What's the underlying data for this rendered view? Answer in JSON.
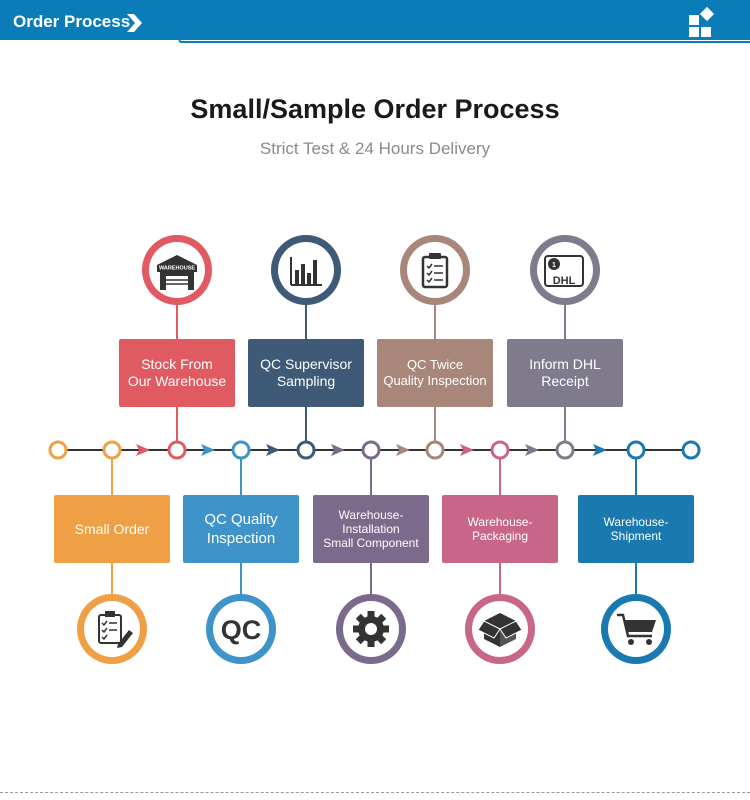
{
  "header": {
    "title": "Order Process",
    "chevron_icon": "chevron-right-icon",
    "menu_icon": "grid-diamond-icon",
    "color": "#0a7db8"
  },
  "title": "Small/Sample Order Process",
  "subtitle": "Strict Test & 24 Hours Delivery",
  "top_steps": [
    {
      "label": "Stock From\nOur Warehouse",
      "icon": "warehouse-icon",
      "icon_text": "WAREHOUSE",
      "color": "#e05a62"
    },
    {
      "label": "QC Supervisor\nSampling",
      "icon": "bar-chart-icon",
      "color": "#3e5a76"
    },
    {
      "label": "QC Twice\nQuality Inspection",
      "icon": "clipboard-check-icon",
      "color": "#a8867a"
    },
    {
      "label": "Inform DHL\nReceipt",
      "icon": "dhl-certificate-icon",
      "icon_text": "DHL",
      "badge_text": "1",
      "color": "#7f7b8c"
    }
  ],
  "bottom_steps": [
    {
      "label": "Small Order",
      "icon": "order-form-icon",
      "color": "#f0a044"
    },
    {
      "label": "QC Quality\nInspection",
      "icon": "qc-icon",
      "icon_text": "QC",
      "color": "#3e94c9"
    },
    {
      "label": "Warehouse-\nInstallation\nSmall Component",
      "icon": "gear-icon",
      "color": "#7c6a8c"
    },
    {
      "label": "Warehouse-\nPackaging",
      "icon": "box-icon",
      "color": "#c8668a"
    },
    {
      "label": "Warehouse-\nShipment",
      "icon": "cart-icon",
      "color": "#1a7ab0"
    }
  ]
}
